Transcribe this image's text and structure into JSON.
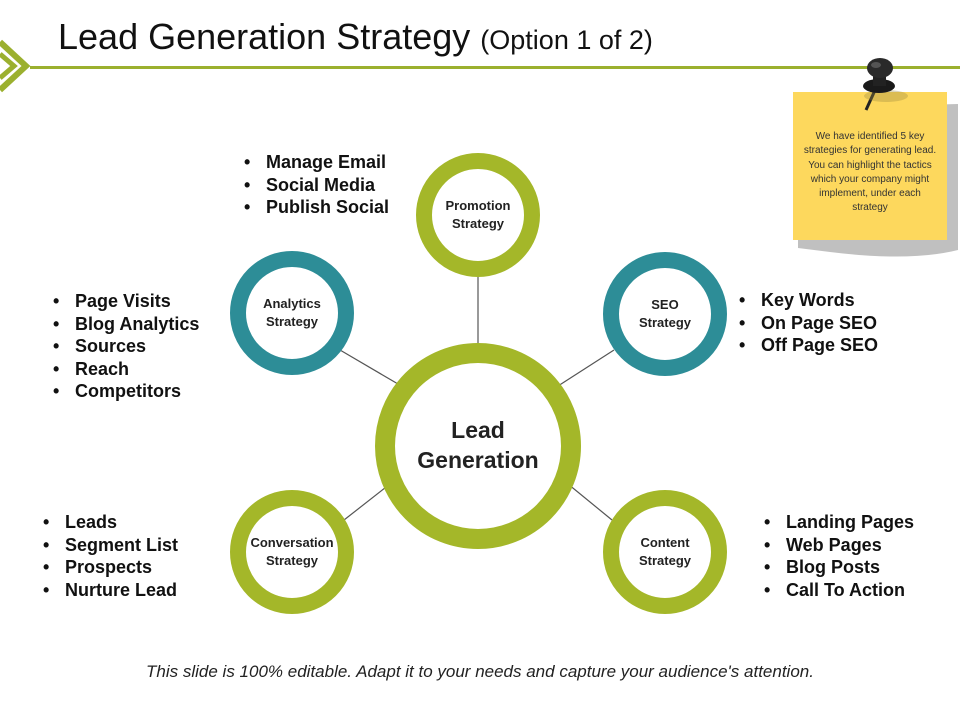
{
  "slide": {
    "title": "Lead Generation Strategy",
    "subtitle": "(Option 1 of 2)",
    "footer": "This slide is 100% editable. Adapt it to your needs and capture your audience's attention."
  },
  "colors": {
    "accent_green": "#a4b729",
    "accent_teal": "#2d8d97",
    "note_yellow": "#fdd85d"
  },
  "diagram": {
    "center": {
      "line1": "Lead",
      "line2": "Generation"
    },
    "nodes": [
      {
        "id": "promotion",
        "line1": "Promotion",
        "line2": "Strategy",
        "color": "green",
        "bullets": [
          "Manage Email",
          "Social Media",
          "Publish Social"
        ]
      },
      {
        "id": "analytics",
        "line1": "Analytics",
        "line2": "Strategy",
        "color": "teal",
        "bullets": [
          "Page Visits",
          "Blog Analytics",
          "Sources",
          "Reach",
          "Competitors"
        ]
      },
      {
        "id": "seo",
        "line1": "SEO",
        "line2": "Strategy",
        "color": "teal",
        "bullets": [
          "Key Words",
          "On Page SEO",
          "Off Page SEO"
        ]
      },
      {
        "id": "conversation",
        "line1": "Conversation",
        "line2": "Strategy",
        "color": "green",
        "bullets": [
          "Leads",
          "Segment List",
          "Prospects",
          "Nurture Lead"
        ]
      },
      {
        "id": "content",
        "line1": "Content",
        "line2": "Strategy",
        "color": "green",
        "bullets": [
          "Landing Pages",
          "Web Pages",
          "Blog Posts",
          "Call To Action"
        ]
      }
    ]
  },
  "note": {
    "text": "We have identified 5 key strategies for generating lead. You can highlight the tactics which your company might implement, under each strategy",
    "icon": "pushpin-icon"
  }
}
